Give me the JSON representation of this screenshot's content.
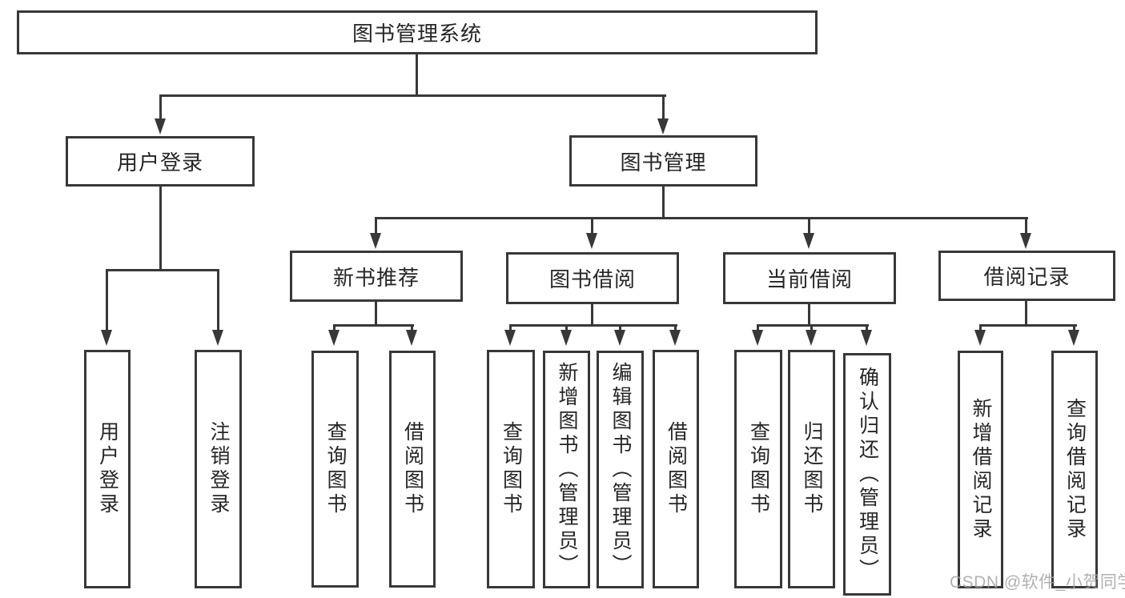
{
  "tree": {
    "root": {
      "label": "图书管理系统"
    },
    "login": {
      "label": "用户登录",
      "children": [
        {
          "label": "用户登录"
        },
        {
          "label": "注销登录"
        }
      ]
    },
    "manage": {
      "label": "图书管理",
      "groups": [
        {
          "label": "新书推荐",
          "children": [
            {
              "label": "查询图书"
            },
            {
              "label": "借阅图书"
            }
          ]
        },
        {
          "label": "图书借阅",
          "children": [
            {
              "label": "查询图书"
            },
            {
              "label": "新增图书（管理员）"
            },
            {
              "label": "编辑图书（管理员）"
            },
            {
              "label": "借阅图书"
            }
          ]
        },
        {
          "label": "当前借阅",
          "children": [
            {
              "label": "查询图书"
            },
            {
              "label": "归还图书"
            },
            {
              "label": "确认归还（管理员）"
            }
          ]
        },
        {
          "label": "借阅记录",
          "children": [
            {
              "label": "新增借阅记录"
            },
            {
              "label": "查询借阅记录"
            }
          ]
        }
      ]
    }
  },
  "watermark": {
    "text": "CSDN @软件_小贺同学"
  },
  "colors": {
    "line": "#383838",
    "box_border": "#383838",
    "text": "#262626",
    "watermark": "#a3a3a3",
    "background": "#ffffff"
  }
}
